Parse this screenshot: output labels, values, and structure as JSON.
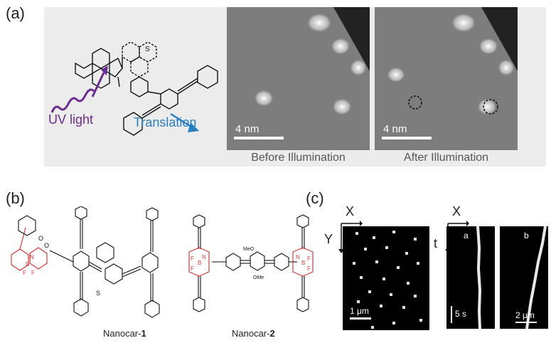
{
  "panel_a": {
    "letter": "(a)",
    "uv_label": "UV light",
    "translation_label": "Translation",
    "molecule_atom": "S",
    "images": [
      {
        "scale": "4 nm",
        "caption": "Before Illumination"
      },
      {
        "scale": "4 nm",
        "caption": "After Illumination"
      }
    ]
  },
  "panel_b": {
    "letter": "(b)",
    "nanocar1_prefix": "Nanocar-",
    "nanocar1_num": "1",
    "nanocar2_prefix": "Nanocar-",
    "nanocar2_num": "2",
    "atoms": {
      "s": "S",
      "o1": "O",
      "o2": "O",
      "b1": "B",
      "n1": "N",
      "f1": "F",
      "f2": "F",
      "meo": "MeO",
      "ome": "OMe",
      "b2": "B",
      "n2": "N",
      "f3": "F",
      "f4": "F",
      "b3": "B",
      "n3": "N",
      "f5": "F",
      "f6": "F"
    }
  },
  "panel_c": {
    "letter": "(c)",
    "x_label": "X",
    "y_label": "Y",
    "scale_left": "1 μm",
    "x_label2": "X",
    "t_label": "t",
    "kymo_a": "a",
    "kymo_b": "b",
    "scale_time": "5 s",
    "scale_right": "2 μm"
  },
  "colors": {
    "uv_purple": "#6a2c8e",
    "translation_blue": "#2a7fc0",
    "bodipy_red": "#d63b3b"
  }
}
